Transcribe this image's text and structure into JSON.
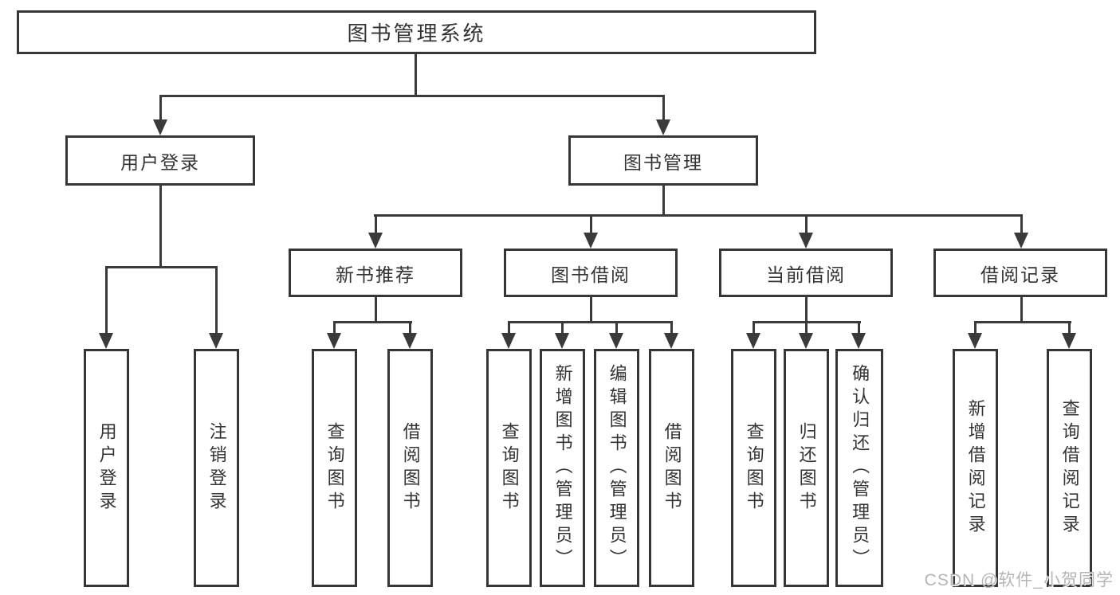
{
  "title": "图书管理系统",
  "watermark": "CSDN @软件_小贺同学",
  "colors": {
    "line": "#3a3a3a",
    "box_border": "#363636",
    "text": "#333333",
    "background": "#ffffff",
    "watermark": "#b5b5b5"
  },
  "nodes": {
    "root": "图书管理系统",
    "user_login": "用户登录",
    "book_mgmt": "图书管理",
    "new_book_rec": "新书推荐",
    "book_borrow": "图书借阅",
    "current_borrow": "当前借阅",
    "borrow_records": "借阅记录",
    "login": "用户登录",
    "logout": "注销登录",
    "nbr_query": "查询图书",
    "nbr_borrow": "借阅图书",
    "bb_query": "查询图书",
    "bb_add": "新增图书（管理员）",
    "bb_edit": "编辑图书（管理员）",
    "bb_borrow": "借阅图书",
    "cb_query": "查询图书",
    "cb_return": "归还图书",
    "cb_confirm": "确认归还（管理员）",
    "br_add": "新增借阅记录",
    "br_query": "查询借阅记录"
  },
  "hierarchy": {
    "图书管理系统": {
      "用户登录": [
        "用户登录",
        "注销登录"
      ],
      "图书管理": {
        "新书推荐": [
          "查询图书",
          "借阅图书"
        ],
        "图书借阅": [
          "查询图书",
          "新增图书（管理员）",
          "编辑图书（管理员）",
          "借阅图书"
        ],
        "当前借阅": [
          "查询图书",
          "归还图书",
          "确认归还（管理员）"
        ],
        "借阅记录": [
          "新增借阅记录",
          "查询借阅记录"
        ]
      }
    }
  }
}
